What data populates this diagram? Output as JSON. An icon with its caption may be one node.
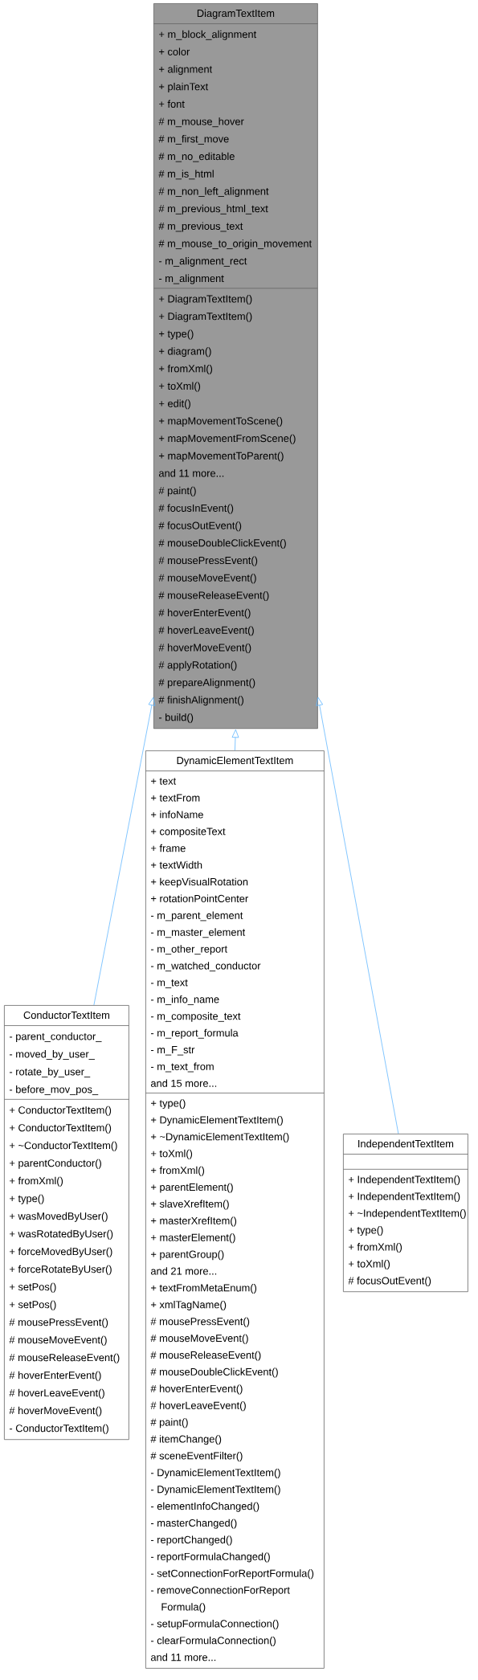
{
  "diagram": {
    "nodes": [
      {
        "text": [
          "DiagramTextItem",
          "+ m_block_alignment",
          "+ color",
          "+ alignment",
          "+ plainText",
          "+ font",
          "# m_mouse_hover",
          "# m_first_move",
          "# m_no_editable",
          "# m_is_html",
          "# m_non_left_alignment",
          "# m_previous_html_text",
          "# m_previous_text",
          "# m_mouse_to_origin_movement",
          "- m_alignment_rect",
          "- m_alignment",
          "+ DiagramTextItem()",
          "+ DiagramTextItem()",
          "+ type()",
          "+ diagram()",
          "+ fromXml()",
          "+ toXml()",
          "+ edit()",
          "+ mapMovementToScene()",
          "+ mapMovementFromScene()",
          "+ mapMovementToParent()",
          "and 11 more...",
          "# paint()",
          "# focusInEvent()",
          "# focusOutEvent()",
          "# mouseDoubleClickEvent()",
          "# mousePressEvent()",
          "# mouseMoveEvent()",
          "# mouseReleaseEvent()",
          "# hoverEnterEvent()",
          "# hoverLeaveEvent()",
          "# hoverMoveEvent()",
          "# applyRotation()",
          "# prepareAlignment()",
          "# finishAlignment()",
          "- build()"
        ]
      },
      {
        "text": [
          "ConductorTextItem",
          "- parent_conductor_",
          "- moved_by_user_",
          "- rotate_by_user_",
          "- before_mov_pos_",
          "+ ConductorTextItem()",
          "+ ConductorTextItem()",
          "+ ~ConductorTextItem()",
          "+ parentConductor()",
          "+ fromXml()",
          "+ type()",
          "+ wasMovedByUser()",
          "+ wasRotatedByUser()",
          "+ forceMovedByUser()",
          "+ forceRotateByUser()",
          "+ setPos()",
          "+ setPos()",
          "# mousePressEvent()",
          "# mouseMoveEvent()",
          "# mouseReleaseEvent()",
          "# hoverEnterEvent()",
          "# hoverLeaveEvent()",
          "# hoverMoveEvent()",
          "- ConductorTextItem()"
        ]
      },
      {
        "text": [
          "DynamicElementTextItem",
          "+ text",
          "+ textFrom",
          "+ infoName",
          "+ compositeText",
          "+ frame",
          "+ textWidth",
          "+ keepVisualRotation",
          "+ rotationPointCenter",
          "- m_parent_element",
          "- m_master_element",
          "- m_other_report",
          "- m_watched_conductor",
          "- m_text",
          "- m_info_name",
          "- m_composite_text",
          "- m_report_formula",
          "- m_F_str",
          "- m_text_from",
          "and 15 more...",
          "+ type()",
          "+ DynamicElementTextItem()",
          "+ ~DynamicElementTextItem()",
          "+ toXml()",
          "+ fromXml()",
          "+ parentElement()",
          "+ slaveXrefItem()",
          "+ masterXrefItem()",
          "+ masterElement()",
          "+ parentGroup()",
          "and 21 more...",
          "+ textFromMetaEnum()",
          "+ xmlTagName()",
          "# mousePressEvent()",
          "# mouseMoveEvent()",
          "# mouseReleaseEvent()",
          "# mouseDoubleClickEvent()",
          "# hoverEnterEvent()",
          "# hoverLeaveEvent()",
          "# paint()",
          "# itemChange()",
          "# sceneEventFilter()",
          "- DynamicElementTextItem()",
          "- DynamicElementTextItem()",
          "- elementInfoChanged()",
          "- masterChanged()",
          "- reportChanged()",
          "- reportFormulaChanged()",
          "- setConnectionForReportFormula()",
          "- removeConnectionForReport Formula()",
          "- setupFormulaConnection()",
          "- clearFormulaConnection()",
          "and 11 more..."
        ]
      },
      {
        "text": [
          "IndependentTextItem",
          "+ IndependentTextItem()",
          "+ IndependentTextItem()",
          "+ ~IndependentTextItem()",
          "+ type()",
          "+ fromXml()",
          "+ toXml()",
          "# focusOutEvent()"
        ]
      }
    ],
    "edges": [
      {
        "from": 1,
        "to": 0,
        "arrow": "to"
      },
      {
        "from": 2,
        "to": 0,
        "arrow": "to"
      },
      {
        "from": 3,
        "to": 0,
        "arrow": "to"
      }
    ]
  }
}
